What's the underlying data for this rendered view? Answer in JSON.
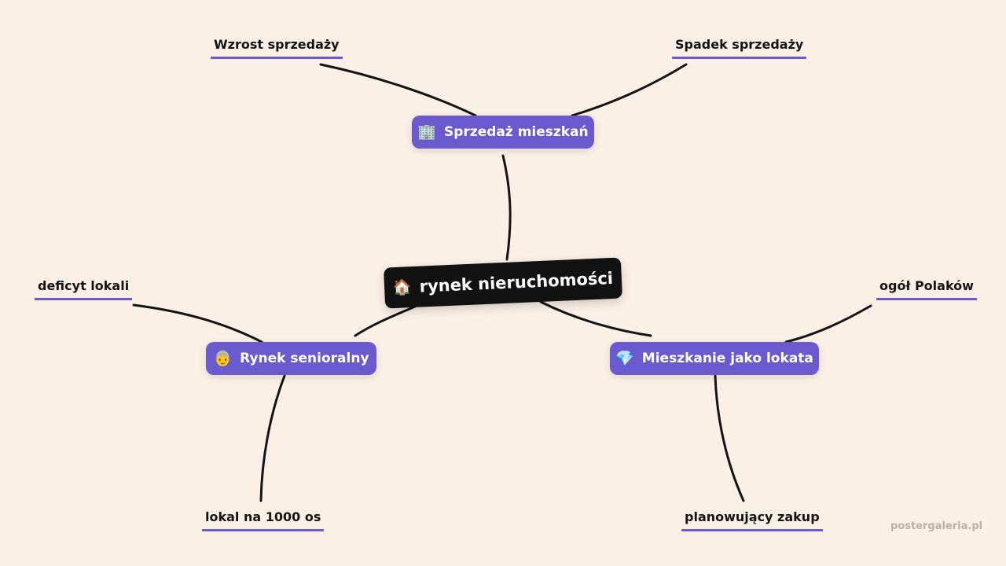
{
  "center": {
    "icon": "🏠",
    "icon_name": "house-icon",
    "label": "rynek nieruchomości"
  },
  "branches": {
    "sales": {
      "icon": "🏢",
      "icon_name": "office-building-icon",
      "label": "Sprzedaż mieszkań"
    },
    "senior": {
      "icon": "👵",
      "icon_name": "old-woman-icon",
      "label": "Rynek senioralny"
    },
    "invest": {
      "icon": "💎",
      "icon_name": "gem-icon",
      "label": "Mieszkanie jako lokata"
    }
  },
  "leaves": {
    "sales_up": "Wzrost sprzedaży",
    "sales_down": "Spadek sprzedaży",
    "deficit": "deficyt lokali",
    "per1000": "lokal na 1000 os",
    "all_poles": "ogół Polaków",
    "planning": "planowujący zakup"
  },
  "colors": {
    "background": "#faf0e6",
    "accent": "#6a5acd",
    "center": "#121212",
    "edge": "#141414"
  },
  "watermark": "postergaleria.pl"
}
